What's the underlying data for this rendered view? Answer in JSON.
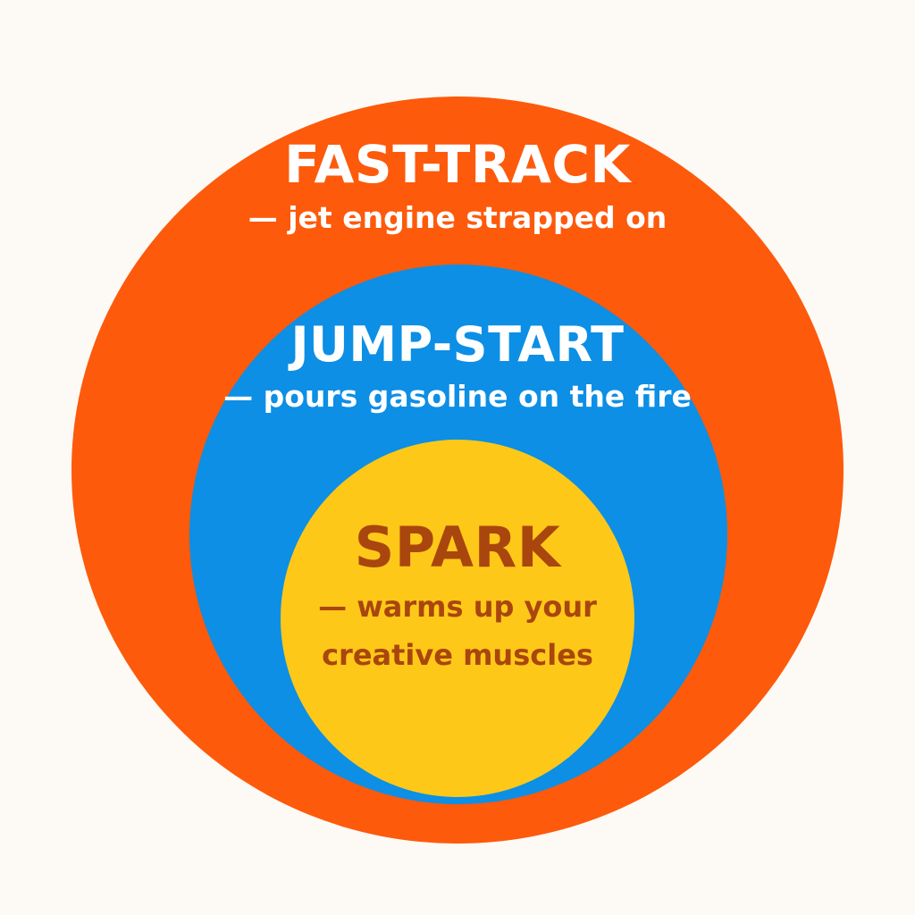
{
  "colors": {
    "background": "#fdfaf5",
    "outer_fill": "#fd5a0c",
    "middle_fill": "#0c8fe5",
    "inner_fill": "#fec819",
    "outer_text": "#ffffff",
    "middle_text": "#ffffff",
    "inner_text": "#a9460d"
  },
  "layers": {
    "outer": {
      "title": "FAST-TRACK",
      "subtitle": "— jet engine strapped on"
    },
    "middle": {
      "title": "JUMP-START",
      "subtitle": "— pours gasoline on the fire"
    },
    "inner": {
      "title": "SPARK",
      "subtitle_line1": "— warms up your",
      "subtitle_line2": "creative muscles"
    }
  }
}
